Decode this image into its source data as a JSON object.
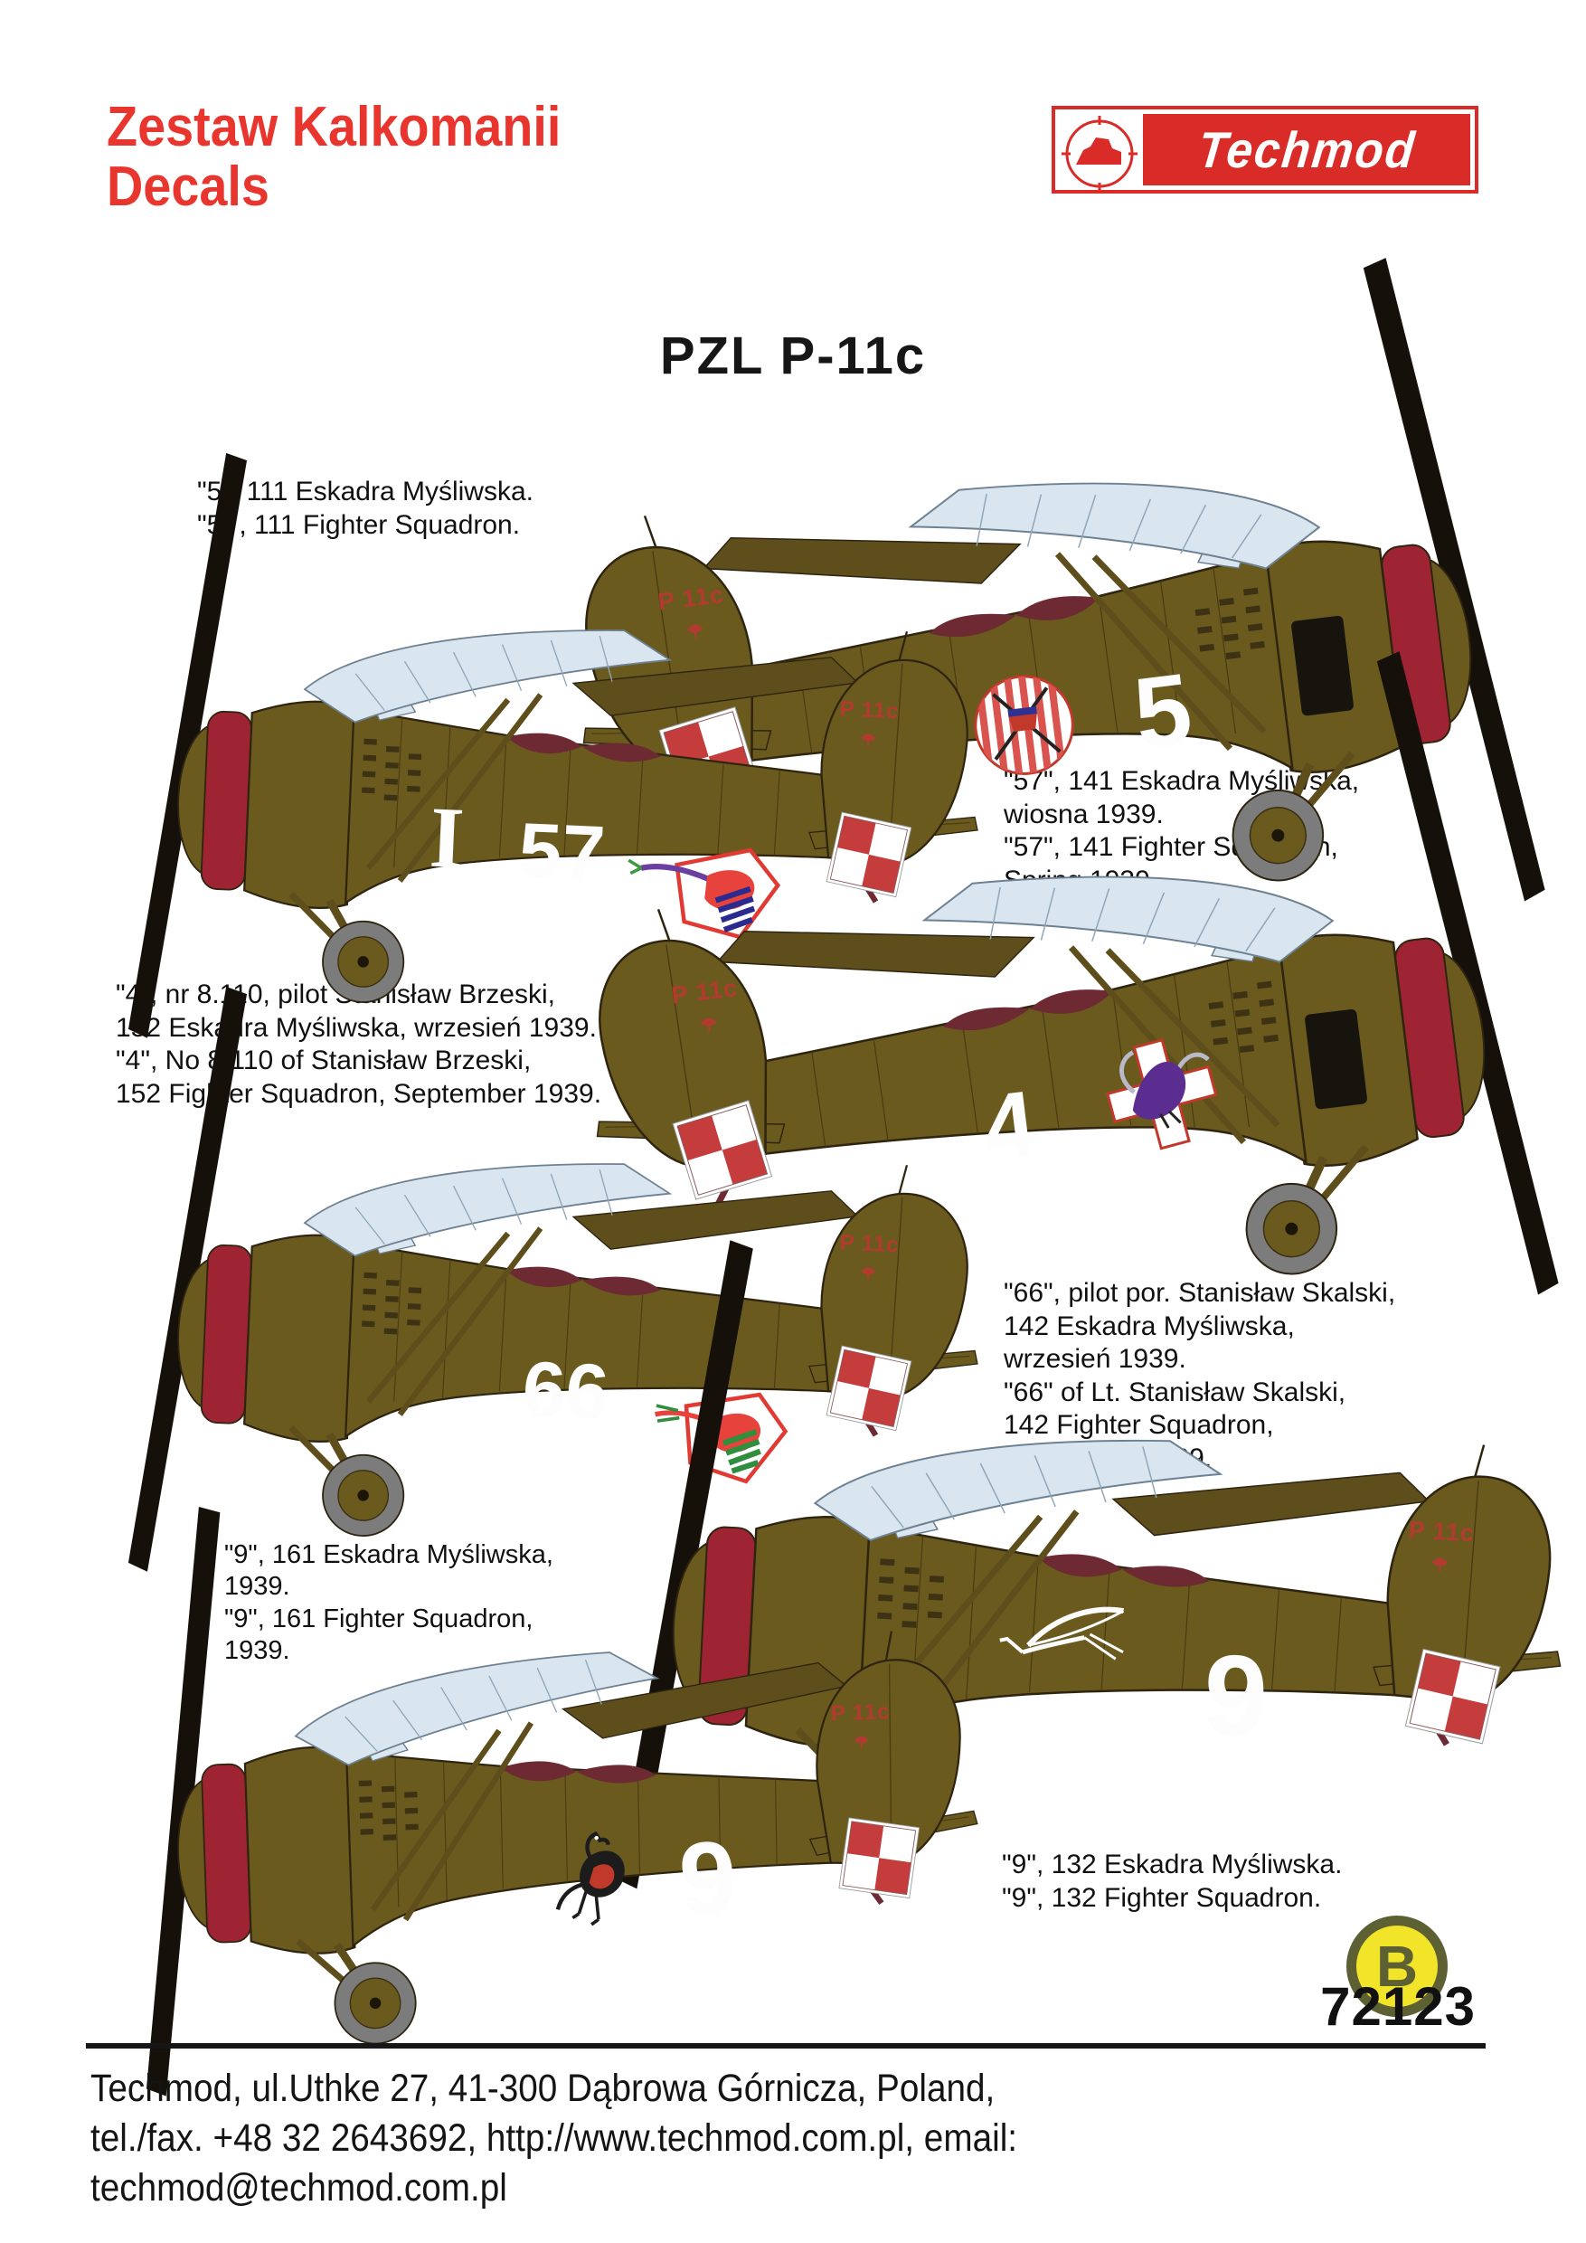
{
  "header": {
    "brand_title": "Zestaw Kalkomanii\nDecals",
    "logo_text": "Techmod"
  },
  "subject": {
    "title": "PZL P-11c"
  },
  "colors": {
    "brand_red": "#d92b27",
    "camouflage_olive": "#6b5a1e",
    "cowl_red": "#9e2433",
    "checker_red": "#c43c3c",
    "underside_blue": "#d9e6ef",
    "badge_yellow": "#f2e428",
    "badge_olive": "#5c6033"
  },
  "aircraft": [
    {
      "number": "5",
      "tail_code": "P 11c",
      "emblem": "111 Eskadra Kosciuszko badge",
      "caption": "\"5\", 111 Eskadra Myśliwska.\n\"5\" , 111 Fighter Squadron."
    },
    {
      "number": "57",
      "prefix": "I",
      "tail_code": "P 11c",
      "emblem": "141 Eskadra flying crane badge",
      "caption": "\"57\", 141 Eskadra Myśliwska,\nwiosna 1939.\n\"57\", 141 Fighter Squadron,\nSpring 1939."
    },
    {
      "number": "4",
      "tail_code": "P 11c",
      "emblem": "152 Eskadra cross and eagle badge",
      "caption": "\"4\", nr 8.110, pilot Stanisław Brzeski,\n152 Eskadra Myśliwska, wrzesień 1939.\n\"4\", No 8.110 of Stanisław Brzeski,\n152 Fighter Squadron, September 1939."
    },
    {
      "number": "66",
      "tail_code": "P 11c",
      "emblem": "142 Eskadra flying duck badge",
      "caption": "\"66\", pilot por. Stanisław Skalski,\n142 Eskadra Myśliwska,\nwrzesień 1939.\n\"66\" of Lt. Stanisław Skalski,\n142 Fighter Squadron,\nSeptember 1939."
    },
    {
      "number": "9",
      "tail_code": "P 11c",
      "emblem": "161 Eskadra white stork badge",
      "caption": "\"9\", 161 Eskadra Myśliwska,\n1939.\n\"9\", 161 Fighter Squadron,\n1939."
    },
    {
      "number": "9",
      "tail_code": "P 11c",
      "emblem": "132 Eskadra running bird badge",
      "caption": "\"9\", 132 Eskadra Myśliwska.\n\"9\", 132 Fighter Squadron."
    }
  ],
  "badge": {
    "letter": "B",
    "catalog_number": "72123"
  },
  "footer": {
    "text": "Techmod, ul.Uthke 27, 41-300 Dąbrowa Górnicza, Poland,\ntel./fax. +48 32 2643692, http://www.techmod.com.pl, email: techmod@techmod.com.pl"
  }
}
